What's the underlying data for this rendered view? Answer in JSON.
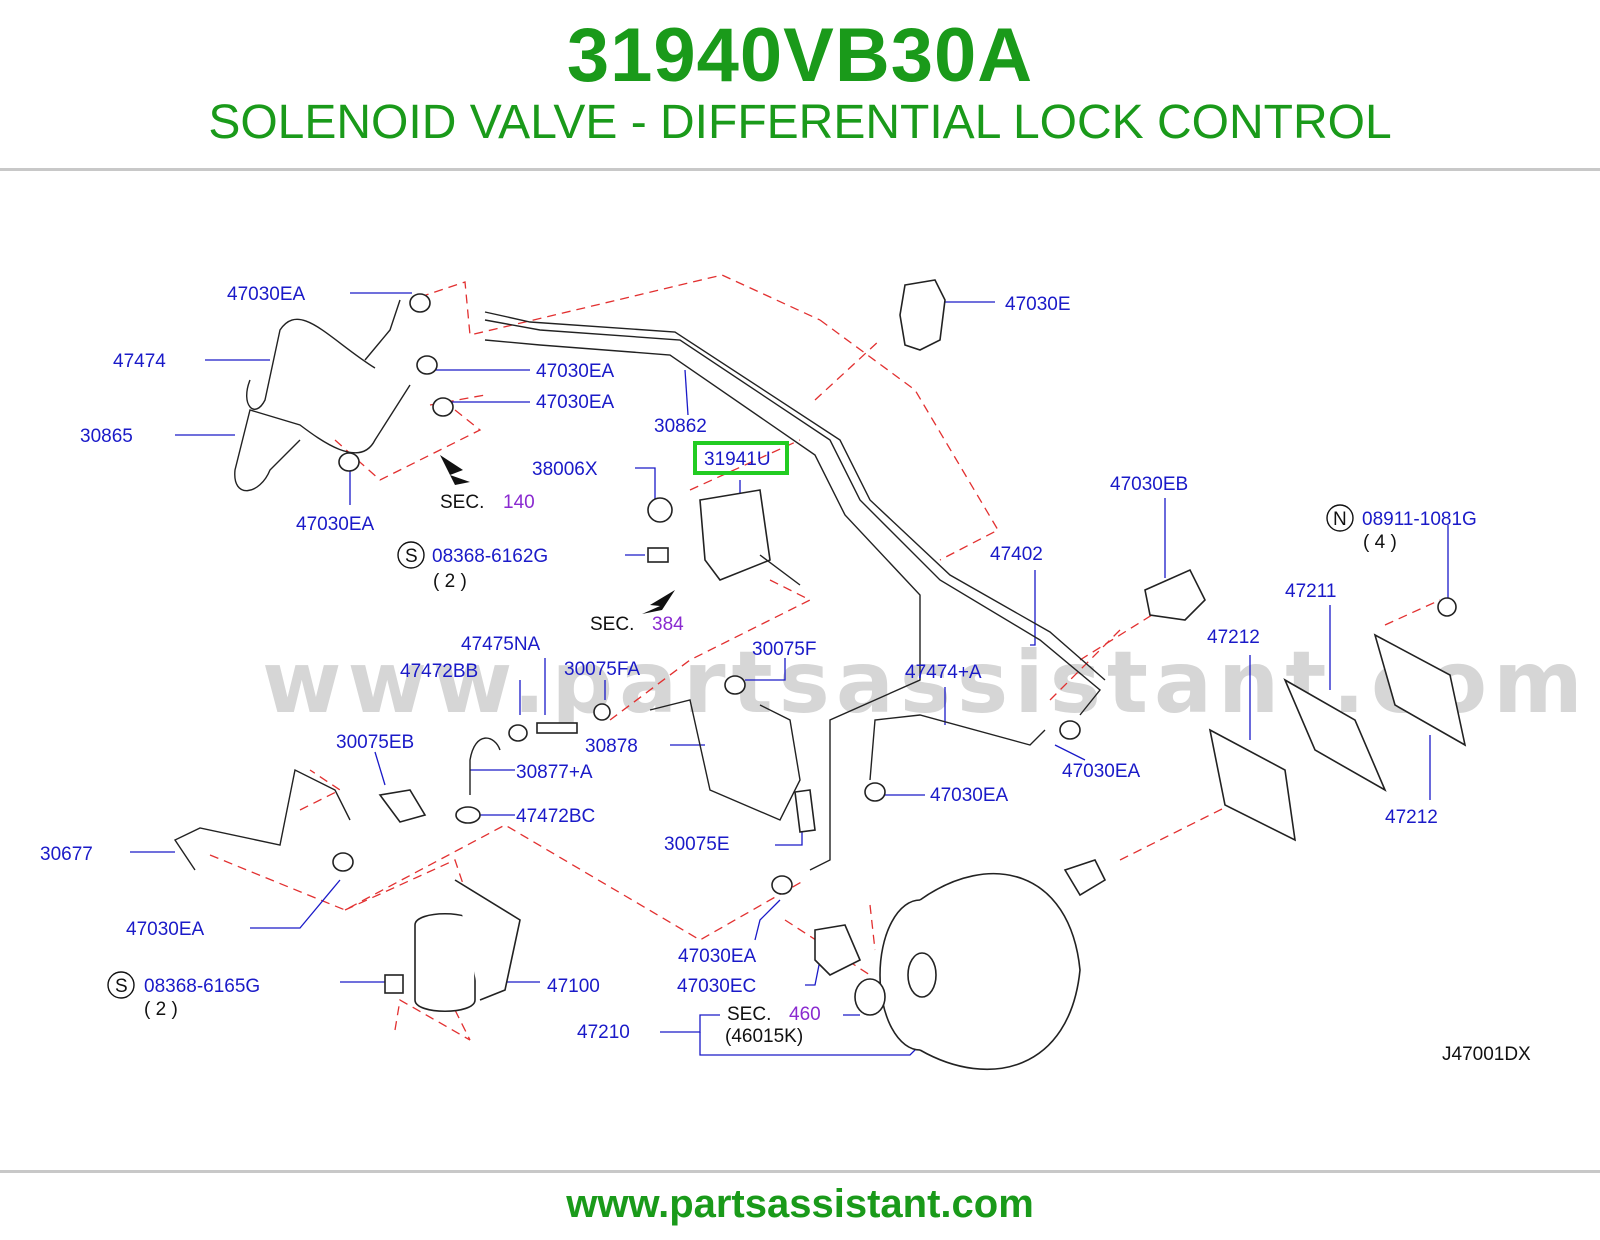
{
  "header": {
    "part_number": "31940VB30A",
    "title": "SOLENOID VALVE - DIFFERENTIAL LOCK CONTROL"
  },
  "footer": {
    "url": "www.partsassistant.com"
  },
  "watermark": "www.partsassistant.com",
  "highlight_color": "#22cc22",
  "brand_color": "#1a9a1a",
  "diagram_code": "J47001DX",
  "labels": [
    {
      "id": "47030EA_a",
      "text": "47030EA"
    },
    {
      "id": "47474",
      "text": "47474"
    },
    {
      "id": "47030EA_b",
      "text": "47030EA"
    },
    {
      "id": "47030EA_c",
      "text": "47030EA"
    },
    {
      "id": "30865",
      "text": "30865"
    },
    {
      "id": "30862",
      "text": "30862"
    },
    {
      "id": "31941U",
      "text": "31941U"
    },
    {
      "id": "38006X",
      "text": "38006X"
    },
    {
      "id": "47030EA_d",
      "text": "47030EA"
    },
    {
      "id": "08368-6162G",
      "text": "08368-6162G"
    },
    {
      "id": "47030E",
      "text": "47030E"
    },
    {
      "id": "47030EB",
      "text": "47030EB"
    },
    {
      "id": "47402",
      "text": "47402"
    },
    {
      "id": "08911-1081G",
      "text": "08911-1081G"
    },
    {
      "id": "47211",
      "text": "47211"
    },
    {
      "id": "47212_a",
      "text": "47212"
    },
    {
      "id": "47475NA",
      "text": "47475NA"
    },
    {
      "id": "47472BB",
      "text": "47472BB"
    },
    {
      "id": "30075FA",
      "text": "30075FA"
    },
    {
      "id": "30075F",
      "text": "30075F"
    },
    {
      "id": "47474+A",
      "text": "47474+A"
    },
    {
      "id": "30075EB",
      "text": "30075EB"
    },
    {
      "id": "30878",
      "text": "30878"
    },
    {
      "id": "30877+A",
      "text": "30877+A"
    },
    {
      "id": "47030EA_e",
      "text": "47030EA"
    },
    {
      "id": "47030EA_f",
      "text": "47030EA"
    },
    {
      "id": "47472BC",
      "text": "47472BC"
    },
    {
      "id": "30677",
      "text": "30677"
    },
    {
      "id": "30075E",
      "text": "30075E"
    },
    {
      "id": "47212_b",
      "text": "47212"
    },
    {
      "id": "47030EA_g",
      "text": "47030EA"
    },
    {
      "id": "47030EA_h",
      "text": "47030EA"
    },
    {
      "id": "47030EC",
      "text": "47030EC"
    },
    {
      "id": "08368-6165G",
      "text": "08368-6165G"
    },
    {
      "id": "47100",
      "text": "47100"
    },
    {
      "id": "47210",
      "text": "47210"
    },
    {
      "id": "46015K",
      "text": "(46015K)"
    }
  ],
  "qty_labels": [
    {
      "id": "qty_6162G",
      "text": "( 2 )"
    },
    {
      "id": "qty_1081G",
      "text": "( 4 )"
    },
    {
      "id": "qty_6165G",
      "text": "( 2 )"
    }
  ],
  "badges": [
    {
      "id": "s1",
      "text": "S"
    },
    {
      "id": "n1",
      "text": "N"
    },
    {
      "id": "s2",
      "text": "S"
    }
  ],
  "sections": [
    {
      "id": "sec140",
      "prefix": "SEC.",
      "number": "140"
    },
    {
      "id": "sec384",
      "prefix": "SEC.",
      "number": "384"
    },
    {
      "id": "sec460",
      "prefix": "SEC.",
      "number": "460"
    }
  ]
}
